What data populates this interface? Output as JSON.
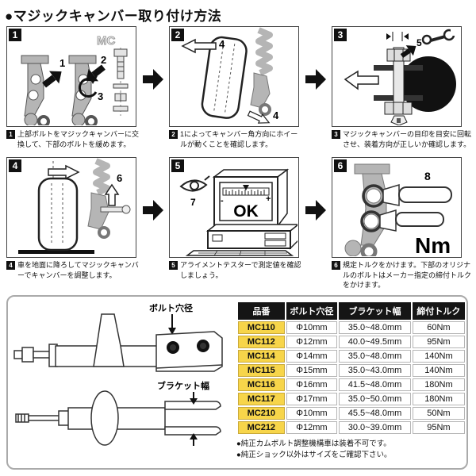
{
  "title": "●マジックキャンバー取り付け方法",
  "steps": [
    {
      "num": "1",
      "caption": "上部ボルトをマジックキャンバーに交換して、下部のボルトを緩めます。"
    },
    {
      "num": "2",
      "caption": "1によってキャンバー角方向にホイールが動くことを確認します。"
    },
    {
      "num": "3",
      "caption": "マジックキャンバーの目印を目安に回転させ、装着方向が正しいか確認します。"
    },
    {
      "num": "4",
      "caption": "車を地面に降ろしてマジックキャンバーでキャンバーを調整します。"
    },
    {
      "num": "5",
      "caption": "アライメントテスターで測定値を確認しましょう。"
    },
    {
      "num": "6",
      "caption": "規定トルクをかけます。下部のオリジナルのボルトはメーカー指定の締付トルクをかけます。"
    }
  ],
  "illustration": {
    "mc_logo": "MC",
    "ok_text": "OK",
    "nm_text": "Nm",
    "minus": "-",
    "plus": "+",
    "num1": "1",
    "num2": "2",
    "num3": "3",
    "num4a": "4",
    "num4b": "4",
    "num5": "5",
    "num6": "6",
    "num7": "7",
    "num8": "8",
    "label_bolt_hole": "ボルト穴径",
    "label_bracket_width": "ブラケット幅"
  },
  "table": {
    "headers": [
      "品番",
      "ボルト穴径",
      "ブラケット幅",
      "締付トルク"
    ],
    "rows": [
      {
        "part": "MC110",
        "hole": "Φ10mm",
        "width": "35.0~48.0mm",
        "torque": "60Nm"
      },
      {
        "part": "MC112",
        "hole": "Φ12mm",
        "width": "40.0~49.5mm",
        "torque": "95Nm"
      },
      {
        "part": "MC114",
        "hole": "Φ14mm",
        "width": "35.0~48.0mm",
        "torque": "140Nm"
      },
      {
        "part": "MC115",
        "hole": "Φ15mm",
        "width": "35.0~43.0mm",
        "torque": "140Nm"
      },
      {
        "part": "MC116",
        "hole": "Φ16mm",
        "width": "41.5~48.0mm",
        "torque": "180Nm"
      },
      {
        "part": "MC117",
        "hole": "Φ17mm",
        "width": "35.0~50.0mm",
        "torque": "180Nm"
      },
      {
        "part": "MC210",
        "hole": "Φ10mm",
        "width": "45.5~48.0mm",
        "torque": "50Nm"
      },
      {
        "part": "MC212",
        "hole": "Φ12mm",
        "width": "30.0~39.0mm",
        "torque": "95Nm"
      }
    ]
  },
  "notes": [
    "●純正カムボルト調整機構車は装着不可です。",
    "●純正ショック以外はサイズをご確認下さい。"
  ],
  "colors": {
    "part_bg": "#f7d54a",
    "header_bg": "#151515",
    "accent_black": "#111111"
  }
}
